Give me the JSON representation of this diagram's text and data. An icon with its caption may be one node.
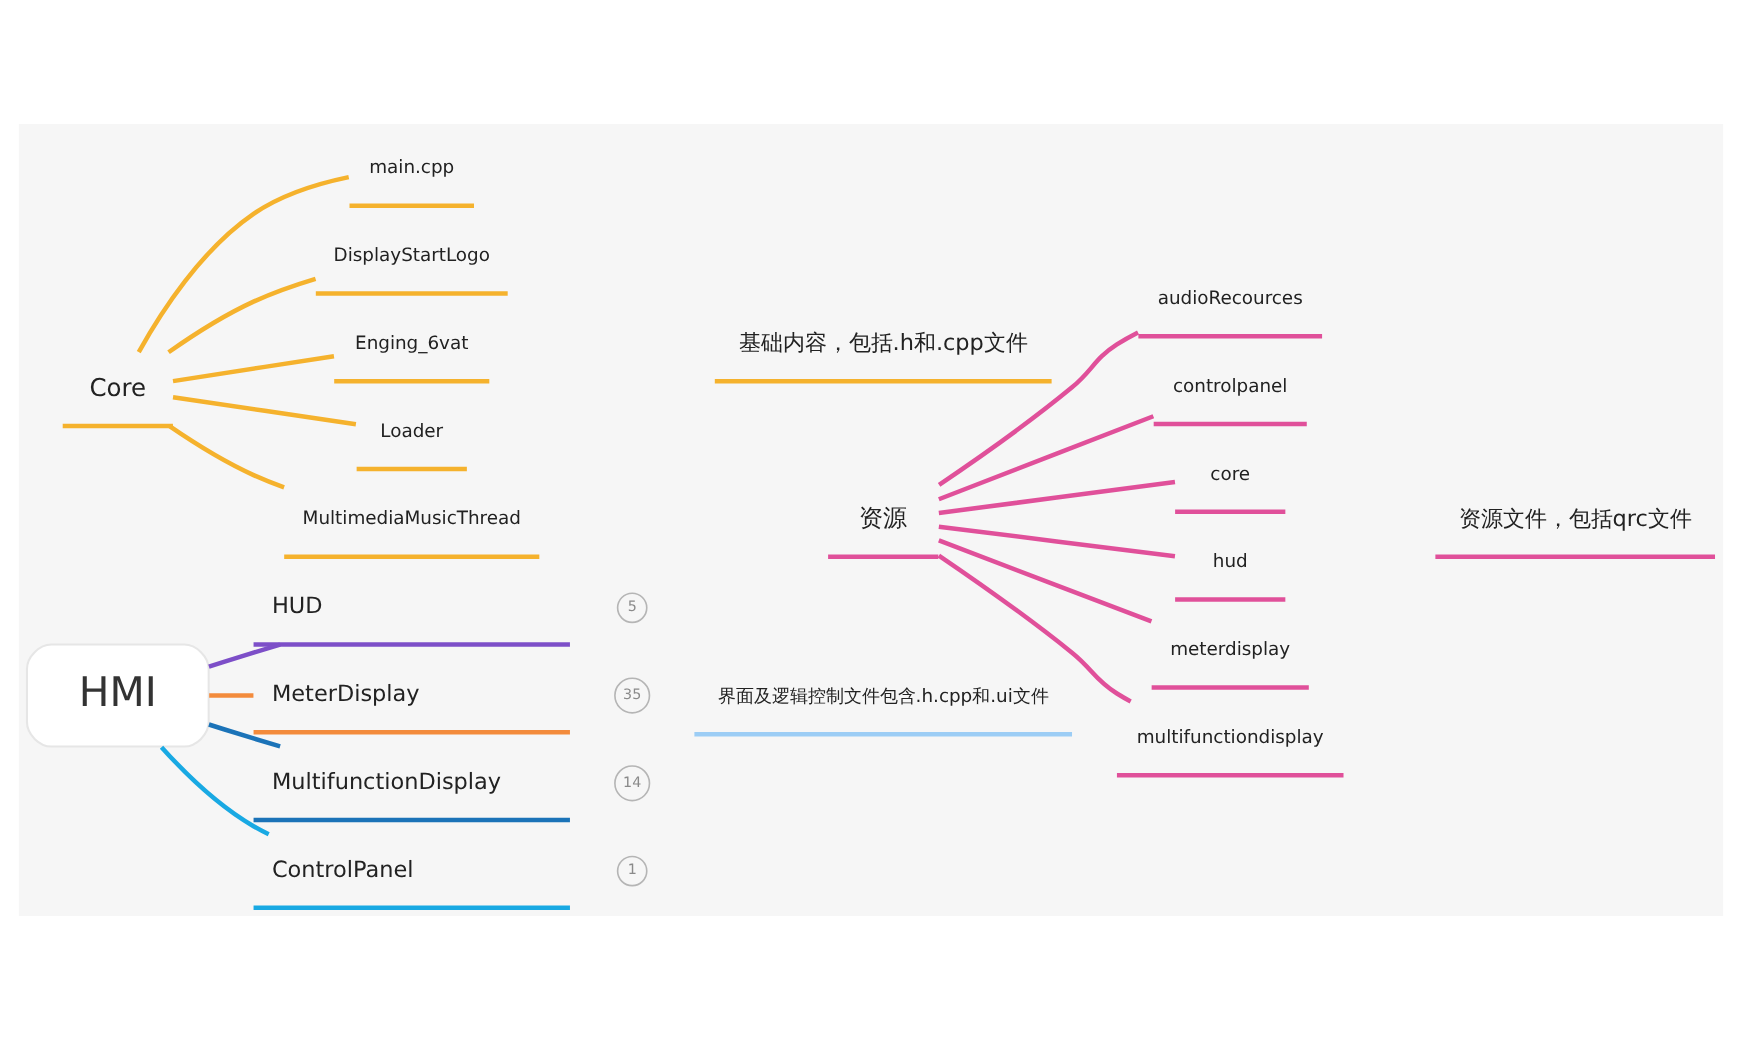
{
  "diagram": {
    "nodes": [
      {
        "text": [
          "Core"
        ]
      },
      {
        "text": [
          "main.cpp"
        ]
      },
      {
        "text": [
          "DisplayStartLogo"
        ]
      },
      {
        "text": [
          "Enging_6vat"
        ]
      },
      {
        "text": [
          "Loader"
        ]
      },
      {
        "text": [
          "MultimediaMusicThread"
        ]
      },
      {
        "text": [
          "基础内容，包括.h和.cpp文件"
        ]
      },
      {
        "text": [
          "资源"
        ]
      },
      {
        "text": [
          "audioRecources"
        ]
      },
      {
        "text": [
          "controlpanel"
        ]
      },
      {
        "text": [
          "core"
        ]
      },
      {
        "text": [
          "hud"
        ]
      },
      {
        "text": [
          "meterdisplay"
        ]
      },
      {
        "text": [
          "multifunctiondisplay"
        ]
      },
      {
        "text": [
          "资源文件，包括qrc文件"
        ]
      },
      {
        "text": [
          "HMI"
        ]
      },
      {
        "text": [
          "HUD"
        ],
        "beside": [
          "5"
        ]
      },
      {
        "text": [
          "MeterDisplay"
        ],
        "beside": [
          "35"
        ]
      },
      {
        "text": [
          "MultifunctionDisplay"
        ],
        "beside": [
          "14"
        ]
      },
      {
        "text": [
          "ControlPanel"
        ],
        "beside": [
          "1"
        ]
      },
      {
        "text": [
          "界面及逻辑控制文件包含.h.cpp和.ui文件"
        ]
      }
    ],
    "edges": [
      {
        "from": 0,
        "to": 1,
        "arrow": "none",
        "color": "#f5b22d"
      },
      {
        "from": 0,
        "to": 2,
        "arrow": "none",
        "color": "#f5b22d"
      },
      {
        "from": 0,
        "to": 3,
        "arrow": "none",
        "color": "#f5b22d"
      },
      {
        "from": 0,
        "to": 4,
        "arrow": "none",
        "color": "#f5b22d"
      },
      {
        "from": 0,
        "to": 5,
        "arrow": "none",
        "color": "#f5b22d"
      },
      {
        "from": 7,
        "to": 8,
        "arrow": "none"
      },
      {
        "from": 7,
        "to": 9,
        "arrow": "none"
      },
      {
        "from": 7,
        "to": 10,
        "arrow": "none"
      },
      {
        "from": 7,
        "to": 11,
        "arrow": "none"
      },
      {
        "from": 7,
        "to": 12,
        "arrow": "none"
      },
      {
        "from": 7,
        "to": 13,
        "arrow": "none"
      },
      {
        "from": 15,
        "to": 16,
        "arrow": "none",
        "color": "#7d4fc8"
      },
      {
        "from": 15,
        "to": 17,
        "arrow": "none",
        "color": "#f38b3c"
      },
      {
        "from": 15,
        "to": 18,
        "arrow": "none",
        "color": "#1b73b8"
      },
      {
        "from": 15,
        "to": 19,
        "arrow": "none",
        "color": "#19a9e3"
      }
    ]
  }
}
